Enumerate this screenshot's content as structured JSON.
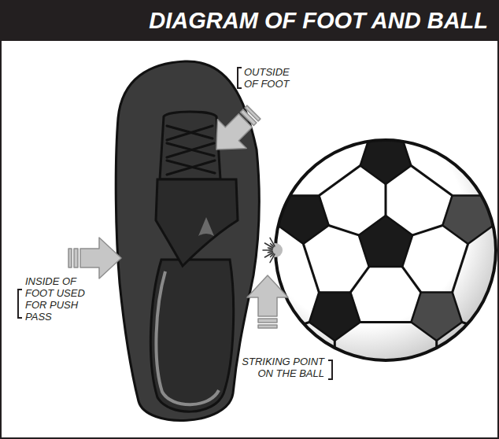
{
  "diagram": {
    "title": "DIAGRAM OF FOOT AND BALL",
    "labels": [
      "OUTSIDE OF FOOT",
      "INSIDE OF FOOT USED FOR PUSH PASS",
      "STRIKING POINT ON THE BALL"
    ]
  }
}
